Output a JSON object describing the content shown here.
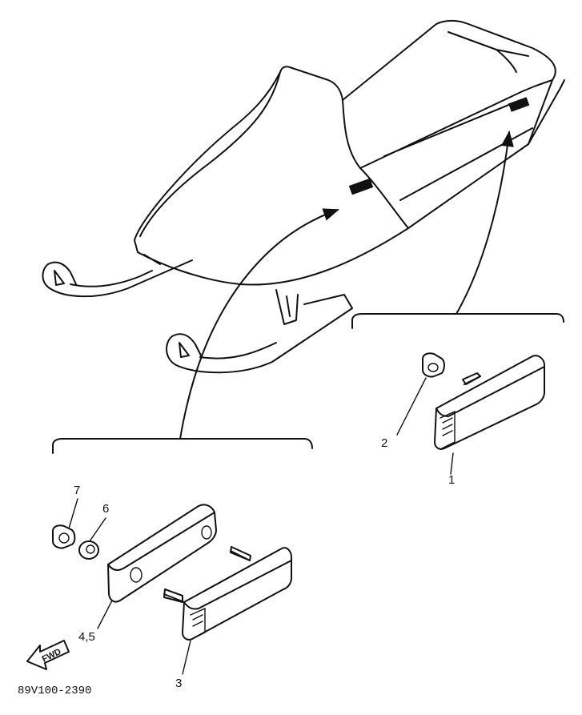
{
  "labels": {
    "part_1": "1",
    "part_2": "2",
    "part_3": "3",
    "parts_4_5": "4,5",
    "part_6": "6",
    "part_7": "7"
  },
  "direction_arrow": "FWD",
  "figure_code": "89V100-2390"
}
